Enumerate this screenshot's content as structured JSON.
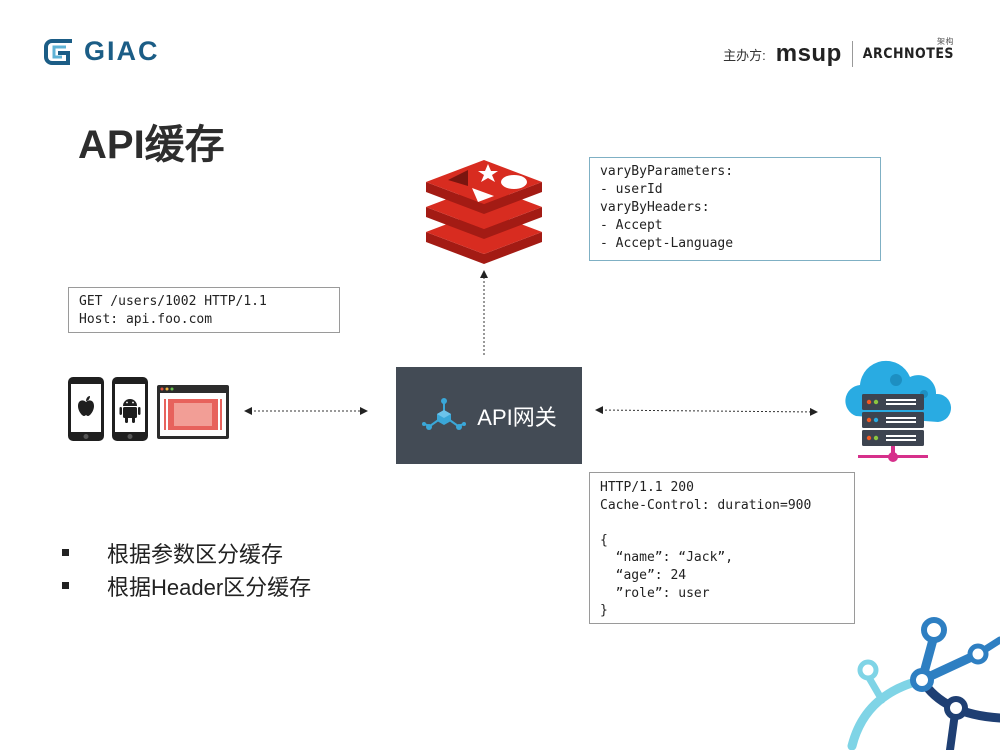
{
  "header": {
    "logo_text": "GIAC",
    "sponsor_label": "主办方:",
    "sponsor_msup": "msup",
    "sponsor_archnotes": "ARCHNOTES",
    "sponsor_archnotes_sup": "架构"
  },
  "slide": {
    "title": "API缓存"
  },
  "request_box": {
    "lines": [
      "GET /users/1002 HTTP/1.1",
      "Host: api.foo.com"
    ]
  },
  "vary_box": {
    "lines": [
      "varyByParameters:",
      "- userId",
      "varyByHeaders:",
      "- Accept",
      "- Accept-Language"
    ]
  },
  "gateway": {
    "label": "API网关"
  },
  "response_box": {
    "lines": [
      "HTTP/1.1 200",
      "Cache-Control: duration=900",
      "",
      "{",
      "  “name”: “Jack”,",
      "  “age”: 24",
      "  ”role”: user",
      "}"
    ]
  },
  "bullets": [
    "根据参数区分缓存",
    "根据Header区分缓存"
  ],
  "colors": {
    "redis_red": "#d82c20",
    "gateway_bg": "#434b55",
    "cloud_blue": "#29abe2",
    "server_dark": "#3d4450",
    "vary_border": "#7fb0c4",
    "brand_teal": "#1b5d86"
  },
  "icons": [
    "giac-logo-icon",
    "redis-icon",
    "apple-phone-icon",
    "android-phone-icon",
    "browser-window-icon",
    "gateway-nodes-icon",
    "cloud-server-icon",
    "network-decoration-icon"
  ]
}
